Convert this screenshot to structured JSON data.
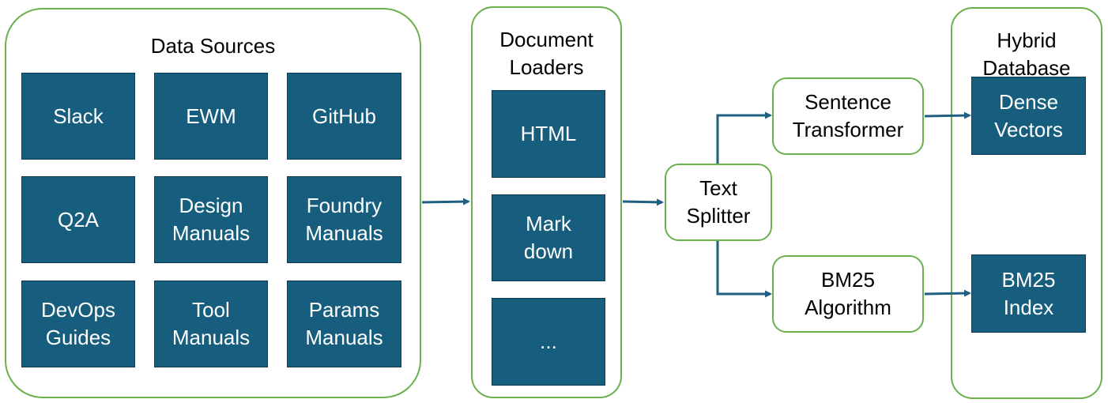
{
  "colors": {
    "container_border": "#6ab04c",
    "box_fill": "#175e7e",
    "box_text": "#ffffff",
    "arrow": "#1f5f80"
  },
  "data_sources": {
    "title": "Data Sources",
    "items": [
      "Slack",
      "EWM",
      "GitHub",
      "Q2A",
      "Design\nManuals",
      "Foundry\nManuals",
      "DevOps\nGuides",
      "Tool\nManuals",
      "Params\nManuals"
    ]
  },
  "document_loaders": {
    "title": "Document\nLoaders",
    "items": [
      "HTML",
      "Mark\ndown",
      "..."
    ]
  },
  "text_splitter": "Text\nSplitter",
  "sentence_transformer": "Sentence\nTransformer",
  "bm25_algorithm": "BM25\nAlgorithm",
  "hybrid_database": {
    "title": "Hybrid\nDatabase",
    "items": [
      "Dense\nVectors",
      "BM25\nIndex"
    ]
  }
}
